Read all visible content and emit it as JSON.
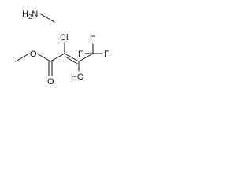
{
  "molecules": [
    {
      "name": "methylamine",
      "atoms": [
        {
          "id": "N1",
          "label": "H",
          "subscript": "2",
          "suffix": "N"
        }
      ]
    },
    {
      "name": "methyl 2-chloro-3-hydroxy-4,4,4-trifluorobut-2-enoate",
      "atoms": [
        {
          "id": "O_ester",
          "label": "O"
        },
        {
          "id": "O_carbonyl",
          "label": "O"
        },
        {
          "id": "Cl",
          "label": "Cl"
        },
        {
          "id": "OH",
          "label": "HO"
        },
        {
          "id": "F_left",
          "label": "F"
        },
        {
          "id": "F_top",
          "label": "F"
        },
        {
          "id": "F_right",
          "label": "F"
        }
      ]
    }
  ]
}
